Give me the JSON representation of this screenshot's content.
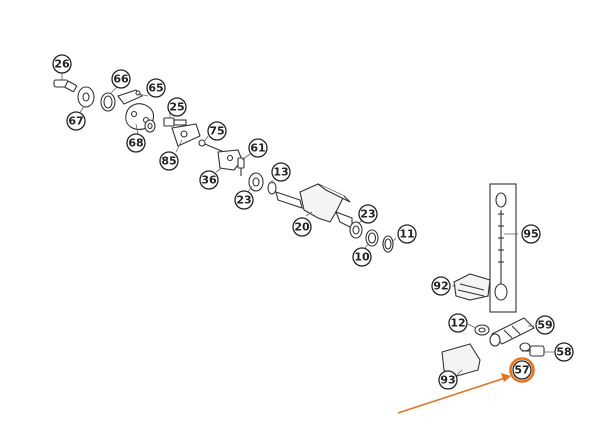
{
  "diagram": {
    "callouts": [
      "26",
      "66",
      "65",
      "67",
      "25",
      "68",
      "75",
      "85",
      "61",
      "36",
      "13",
      "23",
      "20",
      "23",
      "11",
      "10",
      "95",
      "92",
      "12",
      "59",
      "58",
      "57",
      "93"
    ],
    "highlighted_callout": "57",
    "highlight_color": "#e8731f",
    "arrow_color": "#e8731f",
    "callout_stroke_color": "#222222",
    "line_color": "#333333"
  }
}
